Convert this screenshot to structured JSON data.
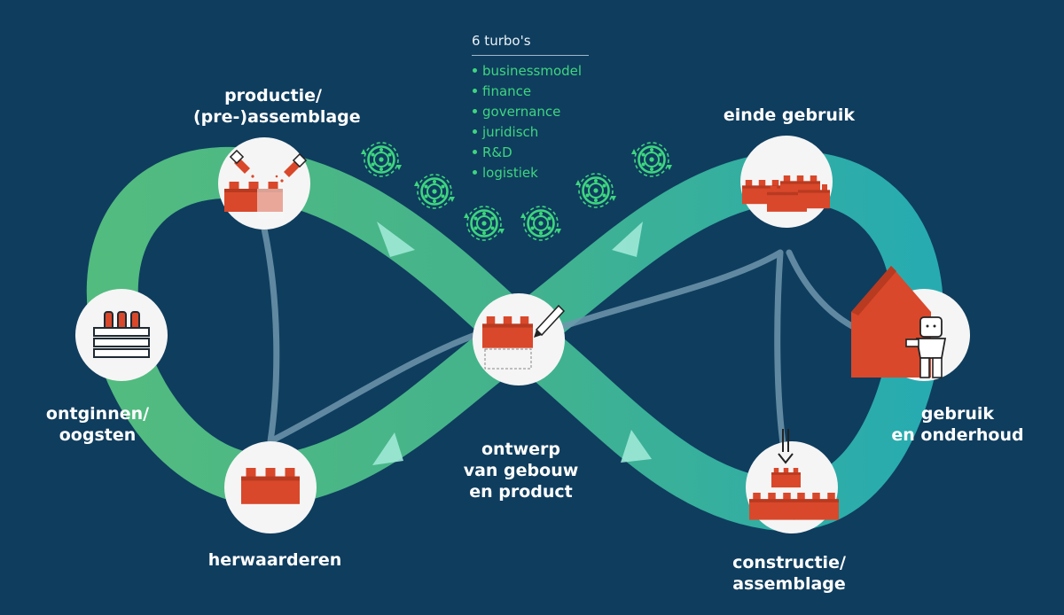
{
  "turbos": {
    "title": "6 turbo's",
    "items": [
      "businessmodel",
      "finance",
      "governance",
      "juridisch",
      "R&D",
      "logistiek"
    ]
  },
  "stages": {
    "productie": "productie/\n(pre-)assemblage",
    "ontginnen": "ontginnen/\noogsten",
    "herwaarderen": "herwaarderen",
    "ontwerp": "ontwerp\nvan gebouw\nen product",
    "einde": "einde gebruik",
    "gebruik": "gebruik\nen onderhoud",
    "constructie": "constructie/\nassemblage"
  },
  "colors": {
    "background": "#0f3d5e",
    "loop_left": "#4fbf7f",
    "loop_right": "#33b6a8",
    "accent_green": "#3ed67f",
    "brick": "#d9482a",
    "node": "#f5f5f5",
    "connector": "#6f97ad"
  },
  "icons": {
    "productie": "brick-pipettes-icon",
    "ontginnen": "bottle-crate-icon",
    "herwaarderen": "single-brick-icon",
    "ontwerp": "brick-design-pencil-icon",
    "einde": "brick-pile-icon",
    "gebruik": "house-lego-figure-icon",
    "constructie": "crane-hook-bricks-icon",
    "turbo": "turbo-wheel-icon"
  }
}
